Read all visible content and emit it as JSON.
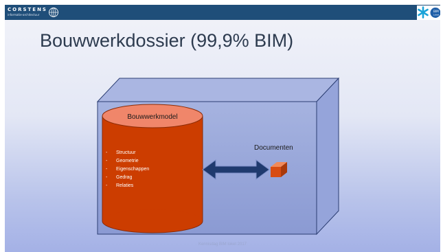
{
  "header": {
    "brand_name": "CORSTENS",
    "brand_subtitle": "informatie-architectuur",
    "globe_icon": "globe-icon",
    "partner_logo_text": "BIM",
    "partner_logo_subtext": "Loket"
  },
  "title": "Bouwwerkdossier (99,9% BIM)",
  "diagram": {
    "cylinder_label": "Bouwwerkmodel",
    "items": [
      "Structuur",
      "Geometrie",
      "Eigenschappen",
      "Gedrag",
      "Relaties"
    ],
    "bullet": "-",
    "documents_label": "Documenten"
  },
  "colors": {
    "header_bar": "#1f4e79",
    "cylinder_body": "#cc3d00",
    "cylinder_top": "#f0866a",
    "box_face": "#8f9fd5",
    "arrow": "#1f3a6e",
    "document_block": "#d84c12"
  },
  "footer": "Kennisdag BIM loket 2017"
}
